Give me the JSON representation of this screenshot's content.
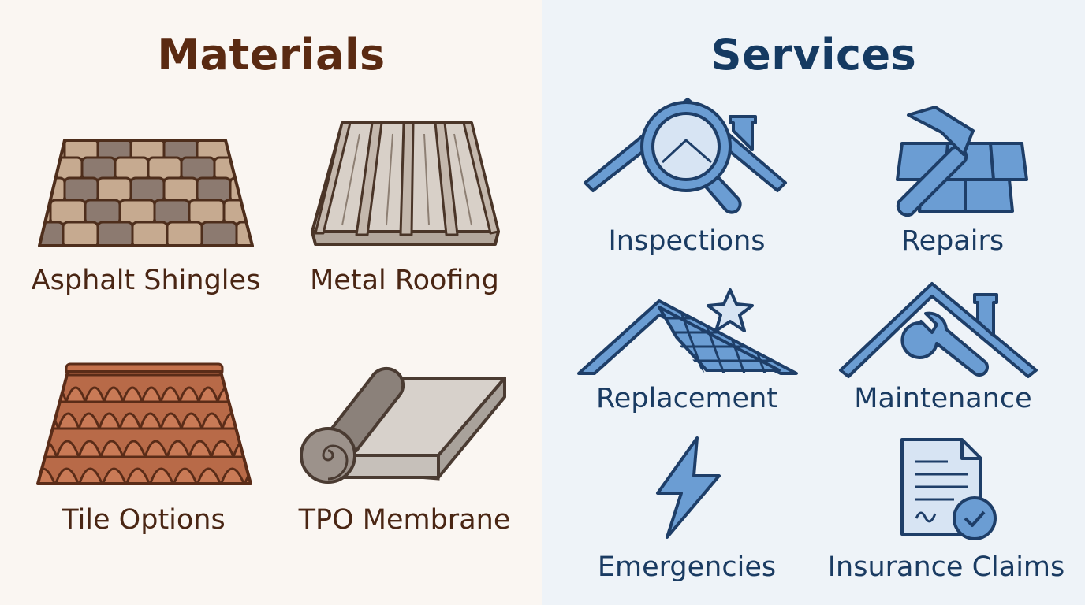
{
  "materials": {
    "title": "Materials",
    "items": [
      {
        "label": "Asphalt Shingles",
        "icon": "asphalt-shingles-icon"
      },
      {
        "label": "Metal Roofing",
        "icon": "metal-roofing-icon"
      },
      {
        "label": "Tile Options",
        "icon": "clay-tile-icon"
      },
      {
        "label": "TPO Membrane",
        "icon": "membrane-roll-icon"
      }
    ]
  },
  "services": {
    "title": "Services",
    "items": [
      {
        "label": "Inspections",
        "icon": "roof-magnifier-icon"
      },
      {
        "label": "Repairs",
        "icon": "hammer-shingles-icon"
      },
      {
        "label": "Replacement",
        "icon": "new-roof-star-icon"
      },
      {
        "label": "Maintenance",
        "icon": "roof-wrench-icon"
      },
      {
        "label": "Emergencies",
        "icon": "lightning-icon"
      },
      {
        "label": "Insurance Claims",
        "icon": "document-check-icon"
      }
    ]
  },
  "colors": {
    "materials_bg": "#faf6f2",
    "services_bg": "#eef3f8",
    "materials_text": "#5a2a12",
    "services_text": "#153a62",
    "services_icon": "#6b9dd3"
  }
}
